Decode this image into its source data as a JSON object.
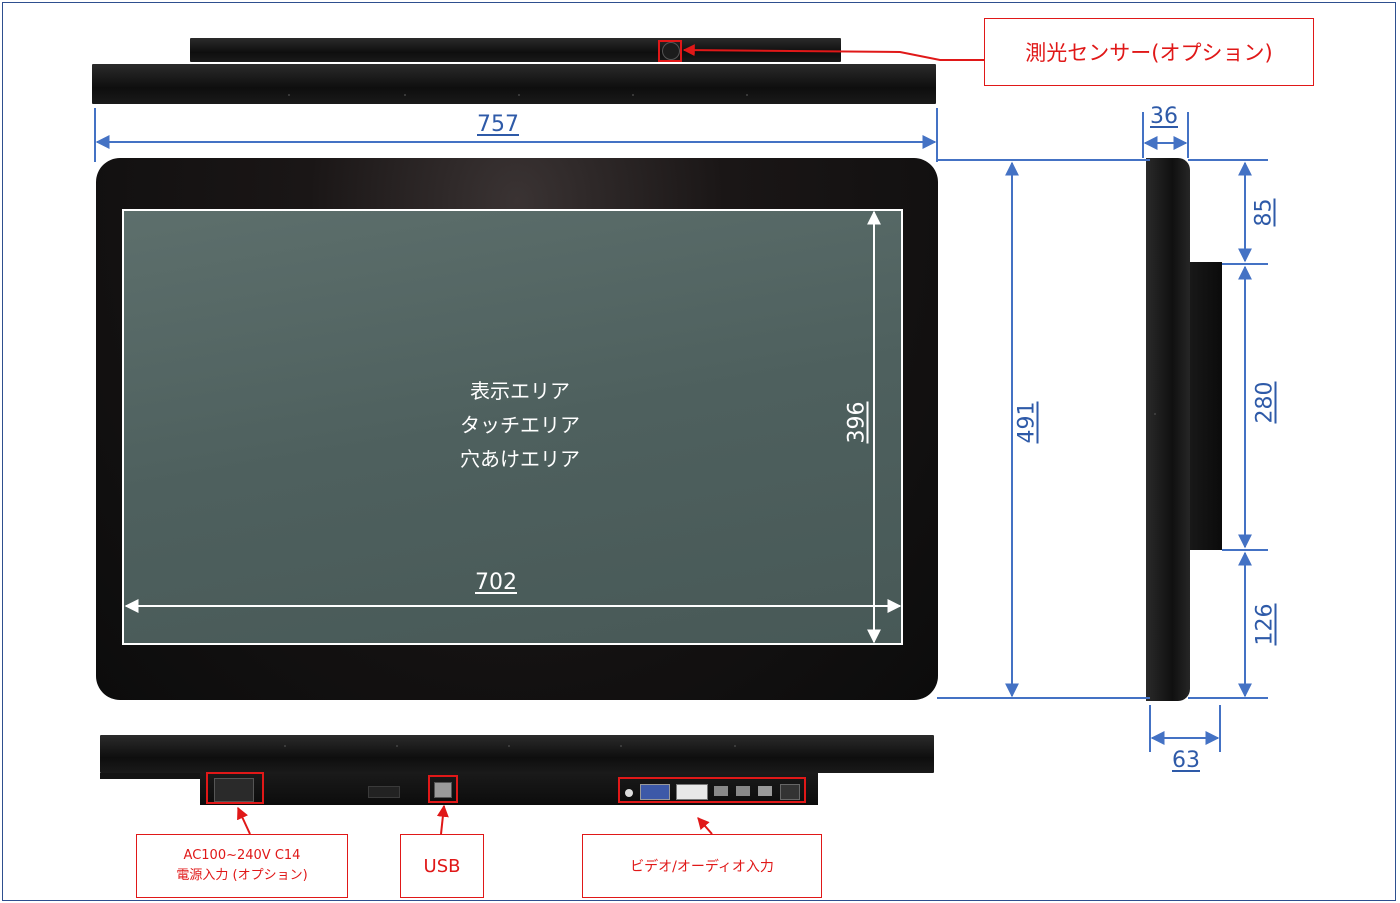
{
  "dimensions": {
    "width_total": "757",
    "height_total": "491",
    "depth_bezel": "36",
    "top_offset": "85",
    "bracket_height": "280",
    "bottom_offset": "126",
    "depth_total": "63",
    "display_width": "702",
    "display_height": "396"
  },
  "display_area": {
    "line1": "表示エリア",
    "line2": "タッチエリア",
    "line3": "穴あけエリア"
  },
  "callouts": {
    "light_sensor": "測光センサー(オプション)",
    "power_line1": "AC100~240V C14",
    "power_line2": "電源入力 (オプション)",
    "usb": "USB",
    "video_audio": "ビデオ/オーディオ入力"
  },
  "colors": {
    "dimension_blue": "#4472c4",
    "callout_red": "#e01818",
    "frame_border": "#2e4f8f"
  }
}
